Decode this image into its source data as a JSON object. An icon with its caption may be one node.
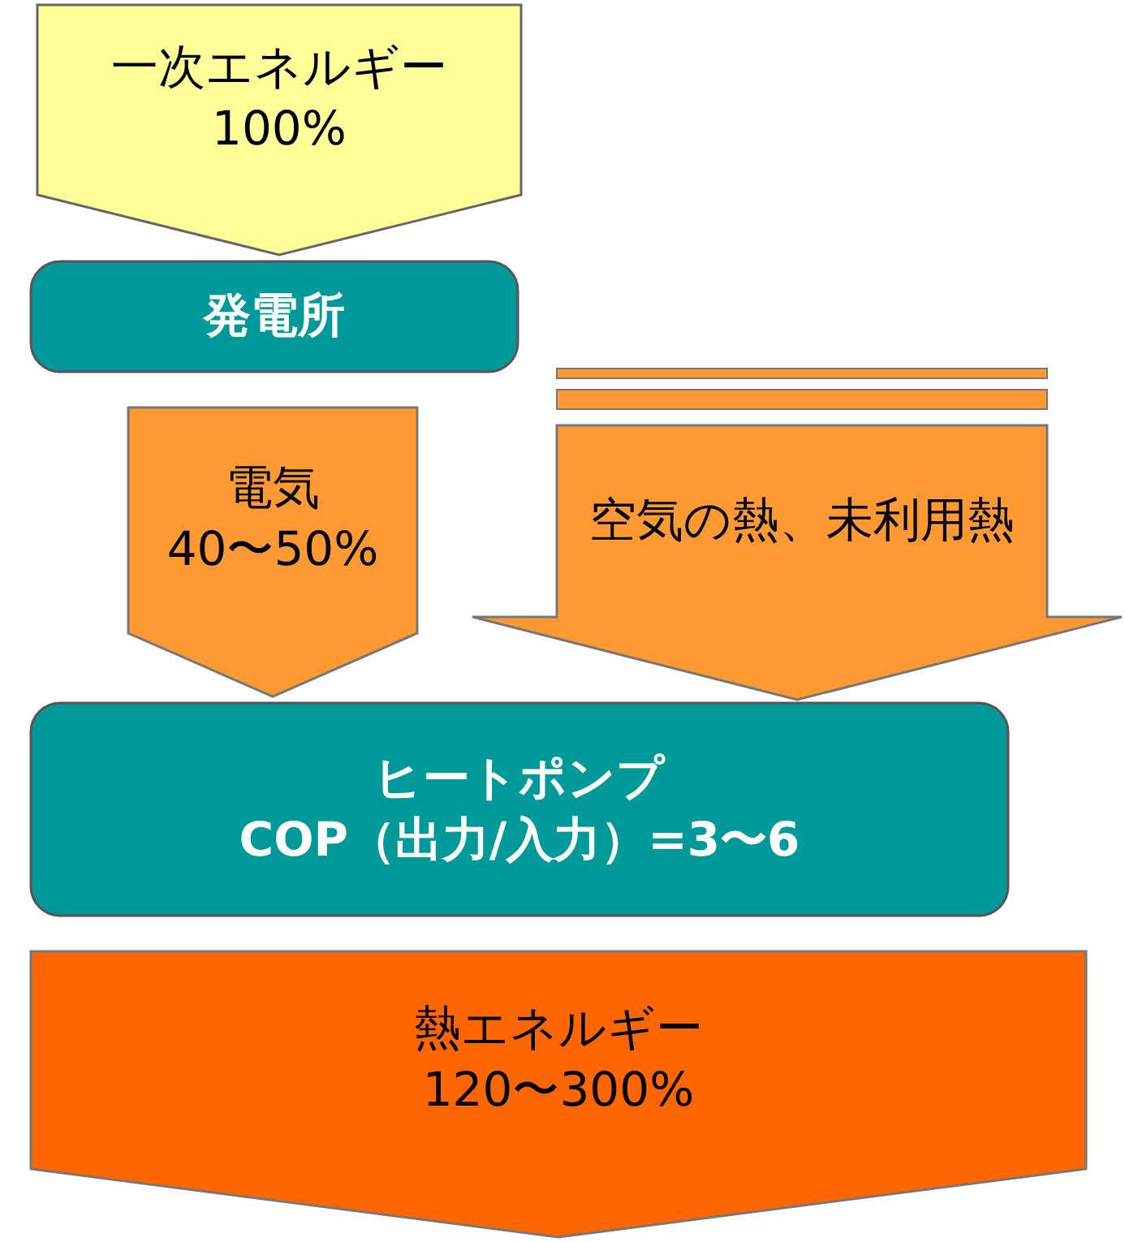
{
  "diagram": {
    "nodes": [
      {
        "text": [
          "一次エネルギー",
          "100%"
        ]
      },
      {
        "text": [
          "発電所"
        ]
      },
      {
        "text": [
          "電気",
          "40〜50%"
        ]
      },
      {
        "text": [
          "空気の熱、未利用熱"
        ]
      },
      {
        "text": [
          "ヒートポンプ",
          "COP（出力/入力）=3〜6"
        ]
      },
      {
        "text": [
          "熱エネルギー",
          "120〜300%"
        ]
      }
    ]
  }
}
